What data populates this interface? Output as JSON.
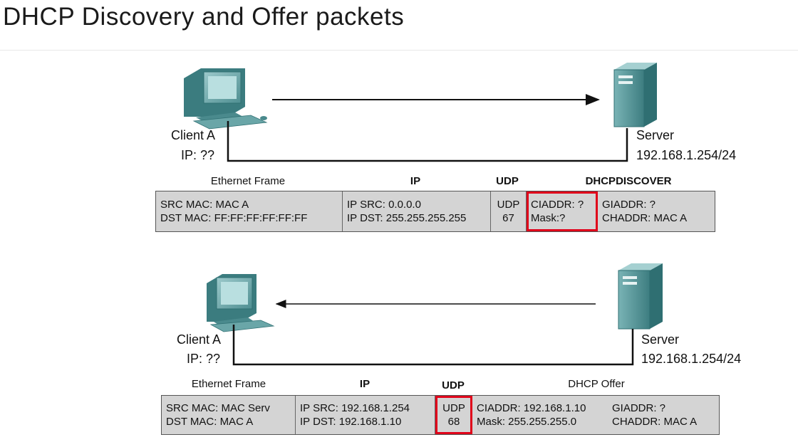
{
  "title": "DHCP Discovery and Offer packets",
  "discover": {
    "client_name": "Client A",
    "client_ip": "IP: ??",
    "server_name": "Server",
    "server_ip": "192.168.1.254/24",
    "headers": {
      "ethernet": "Ethernet Frame",
      "ip": "IP",
      "udp": "UDP",
      "dhcp": "DHCPDISCOVER"
    },
    "packet": {
      "eth": [
        "SRC MAC: MAC A",
        "DST MAC: FF:FF:FF:FF:FF:FF"
      ],
      "ip": [
        "IP SRC: 0.0.0.0",
        "IP DST: 255.255.255.255"
      ],
      "udp": [
        "UDP",
        "67"
      ],
      "ciaddr": [
        "CIADDR: ?",
        "Mask:?"
      ],
      "giaddr": [
        "GIADDR: ?",
        "CHADDR: MAC A"
      ]
    }
  },
  "offer": {
    "client_name": "Client A",
    "client_ip": "IP: ??",
    "server_name": "Server",
    "server_ip": "192.168.1.254/24",
    "headers": {
      "ethernet": "Ethernet Frame",
      "ip": "IP",
      "udp": "UDP",
      "dhcp": "DHCP Offer"
    },
    "packet": {
      "eth": [
        "SRC MAC: MAC Serv",
        "DST MAC: MAC A"
      ],
      "ip": [
        "IP SRC: 192.168.1.254",
        "IP DST: 192.168.1.10"
      ],
      "udp": [
        "UDP",
        "68"
      ],
      "ciaddr": [
        "CIADDR: 192.168.1.10",
        "Mask: 255.255.255.0"
      ],
      "giaddr": [
        "GIADDR: ?",
        "CHADDR: MAC A"
      ]
    }
  },
  "colors": {
    "device": "#5e9ea0",
    "device_dark": "#2f6f72",
    "highlight": "#e0001a",
    "packet_bg": "#d4d4d4"
  },
  "icons": [
    "computer-icon",
    "server-icon"
  ]
}
